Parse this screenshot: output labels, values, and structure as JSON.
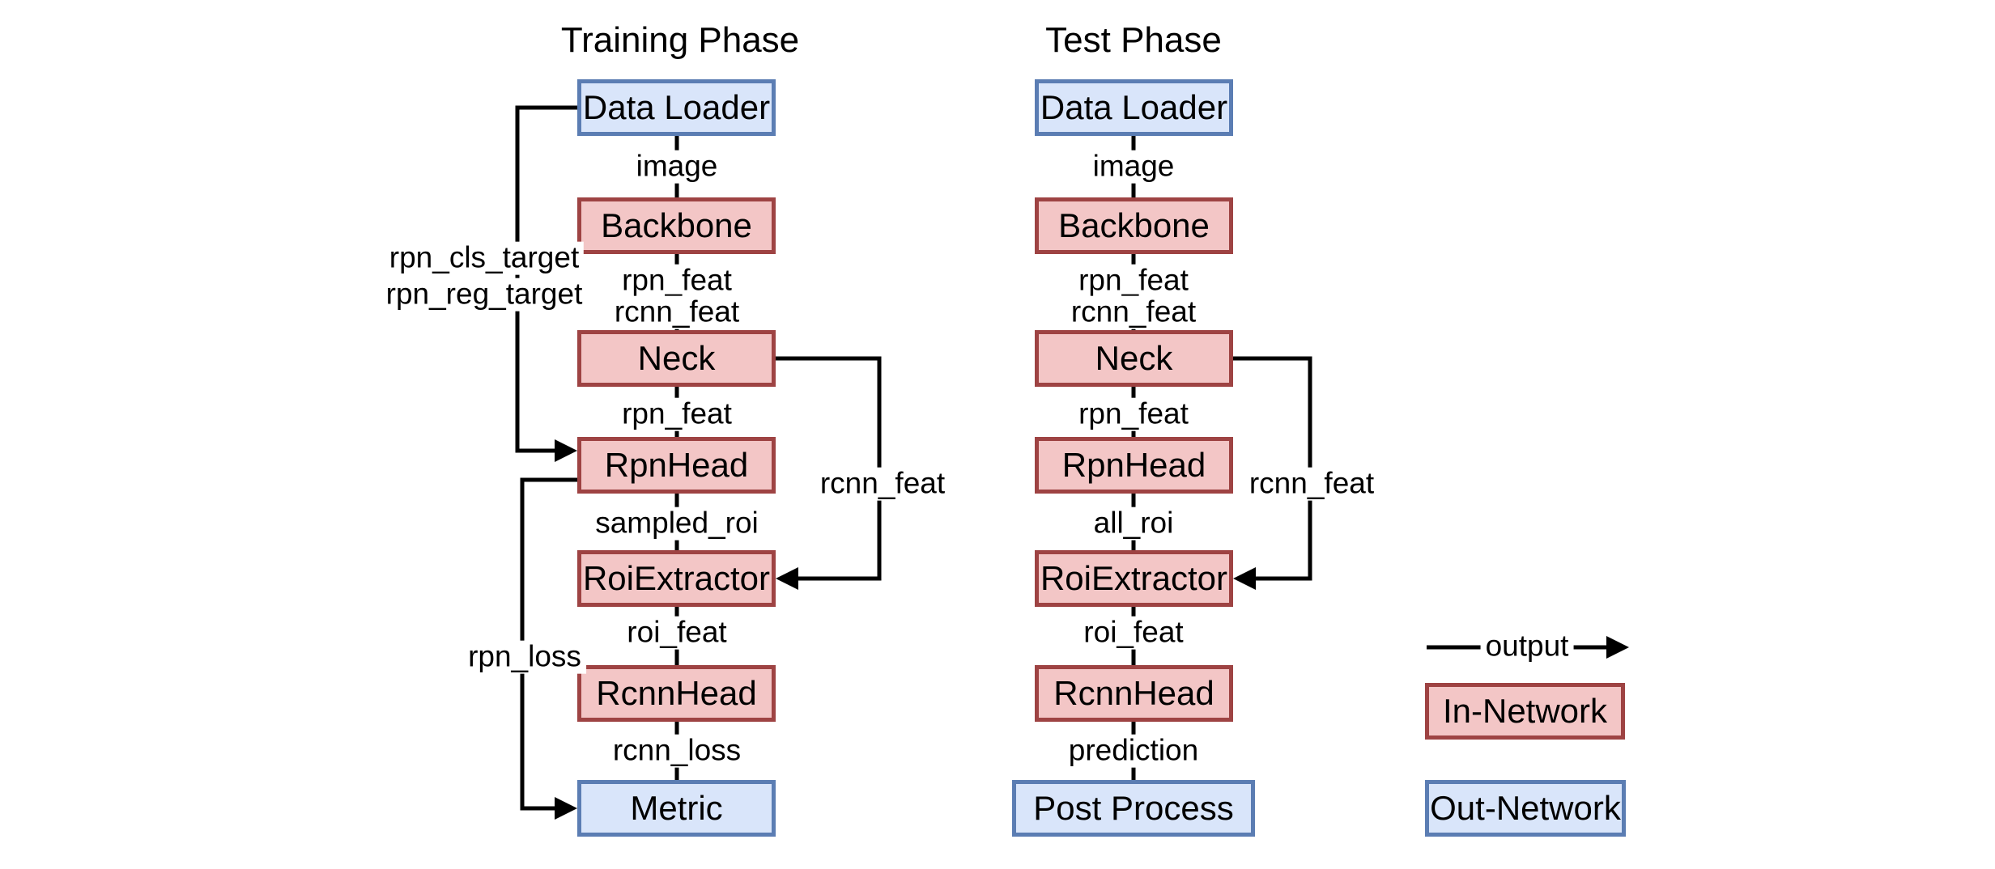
{
  "diagram": {
    "training": {
      "title": "Training Phase",
      "nodes": {
        "data_loader": "Data Loader",
        "backbone": "Backbone",
        "neck": "Neck",
        "rpn_head": "RpnHead",
        "roi_extractor": "RoiExtractor",
        "rcnn_head": "RcnnHead",
        "metric": "Metric"
      },
      "edge_labels": {
        "image": "image",
        "backbone_rpn_feat": "rpn_feat",
        "backbone_rcnn_feat": "rcnn_feat",
        "neck_rpn_feat": "rpn_feat",
        "sampled_roi": "sampled_roi",
        "roi_feat": "roi_feat",
        "rcnn_loss": "rcnn_loss",
        "rpn_cls_target": "rpn_cls_target",
        "rpn_reg_target": "rpn_reg_target",
        "rpn_loss": "rpn_loss",
        "rcnn_feat_bypass": "rcnn_feat"
      }
    },
    "test": {
      "title": "Test Phase",
      "nodes": {
        "data_loader": "Data Loader",
        "backbone": "Backbone",
        "neck": "Neck",
        "rpn_head": "RpnHead",
        "roi_extractor": "RoiExtractor",
        "rcnn_head": "RcnnHead",
        "post_process": "Post Process"
      },
      "edge_labels": {
        "image": "image",
        "backbone_rpn_feat": "rpn_feat",
        "backbone_rcnn_feat": "rcnn_feat",
        "neck_rpn_feat": "rpn_feat",
        "all_roi": "all_roi",
        "roi_feat": "roi_feat",
        "prediction": "prediction",
        "rcnn_feat_bypass": "rcnn_feat"
      }
    },
    "legend": {
      "output_label": "output",
      "in_network_label": "In-Network",
      "out_network_label": "Out-Network"
    },
    "colors": {
      "line": "#000000",
      "in_network_fill": "#f3c6c6",
      "in_network_stroke": "#9e4343",
      "out_network_fill": "#d9e5fa",
      "out_network_stroke": "#5b7db3"
    }
  }
}
